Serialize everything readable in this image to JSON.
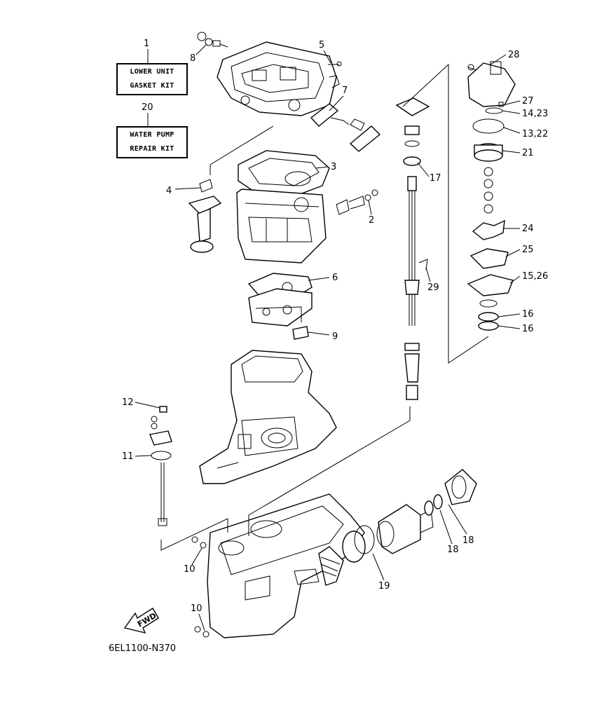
{
  "drawing_code": "6EL1100-N370",
  "fwd_label": "FWD",
  "kits": [
    {
      "number": "1",
      "line1": "LOWER UNIT",
      "line2": "GASKET KIT"
    },
    {
      "number": "20",
      "line1": "WATER PUMP",
      "line2": "REPAIR KIT"
    }
  ],
  "callouts": [
    "2",
    "3",
    "4",
    "5",
    "6",
    "7",
    "8",
    "9",
    "10",
    "10",
    "11",
    "12",
    "13,22",
    "14,23",
    "15,26",
    "16",
    "16",
    "17",
    "18",
    "18",
    "19",
    "21",
    "24",
    "25",
    "27",
    "28",
    "29"
  ]
}
